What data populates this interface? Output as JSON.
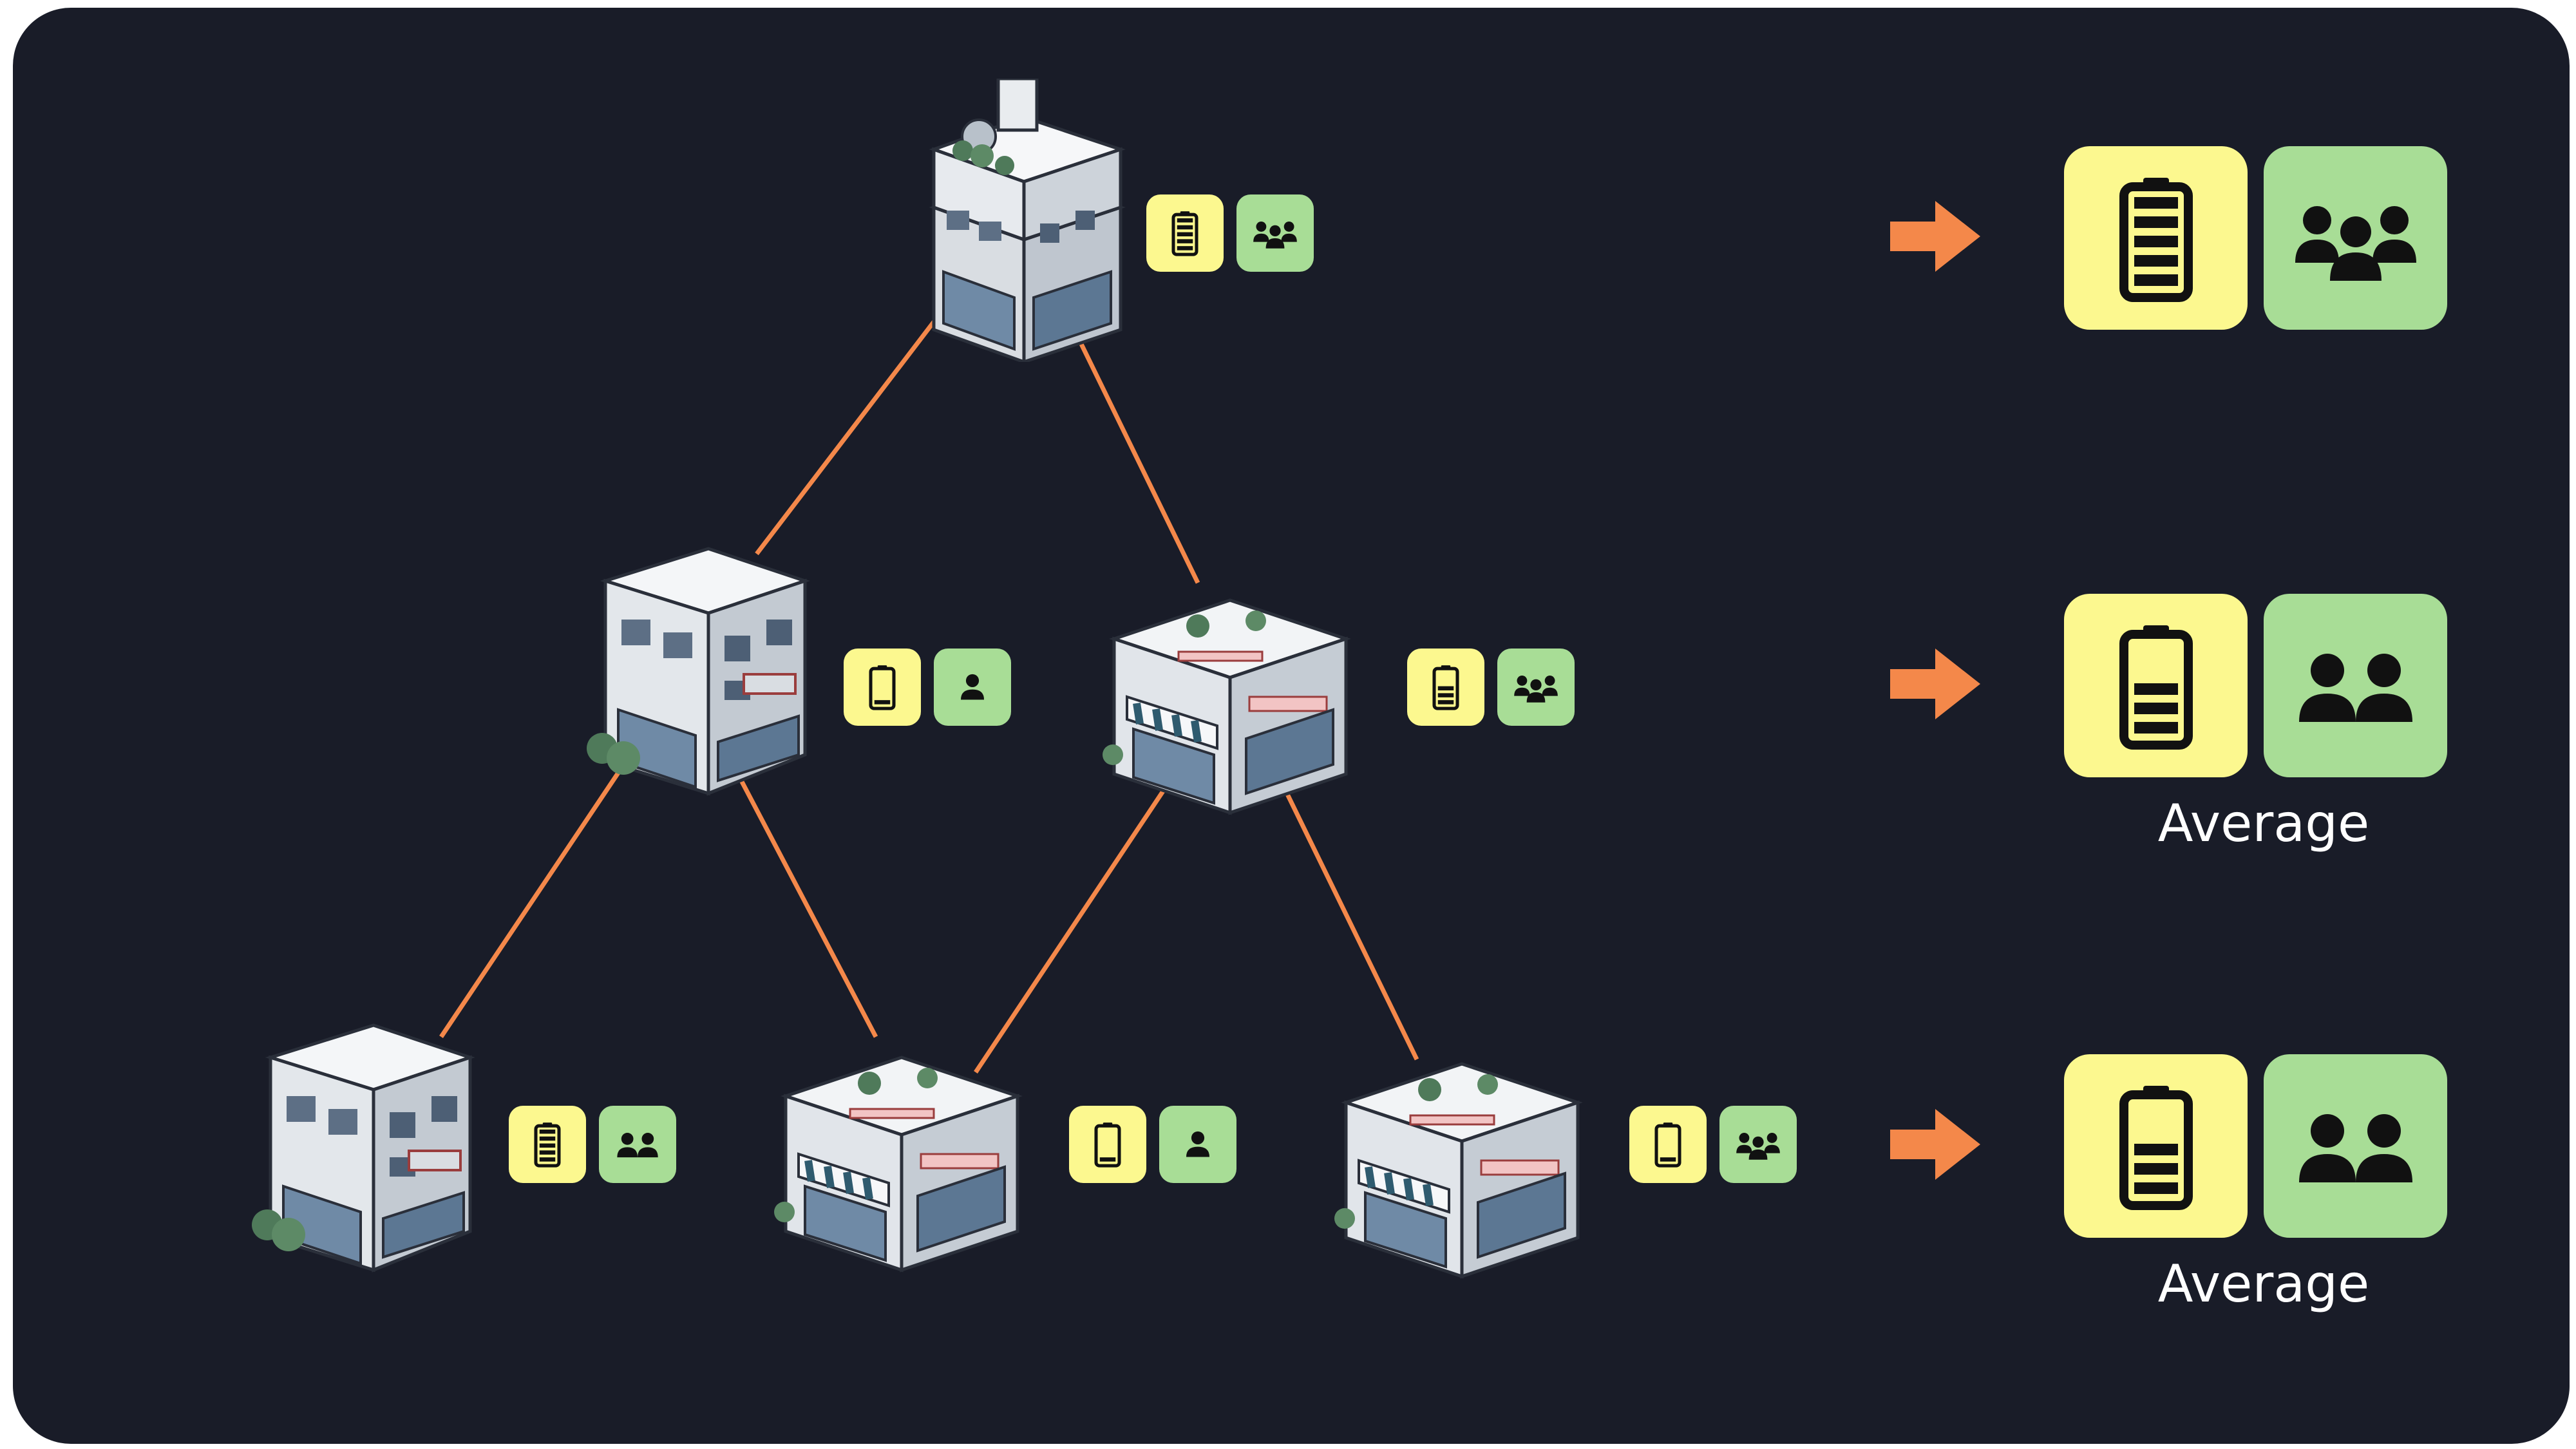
{
  "colors": {
    "background": "#191c28",
    "edge": "#f4884a",
    "arrow": "#f4884a",
    "battery_badge": "#fcf88f",
    "people_badge": "#a8dd96"
  },
  "nodes": [
    {
      "id": "top",
      "building": "office-tower-icon",
      "battery_level": "full",
      "people": "group-of-three-icon"
    },
    {
      "id": "mid-left",
      "building": "office-block-icon",
      "battery_level": "low",
      "people": "single-person-icon"
    },
    {
      "id": "mid-right",
      "building": "storefront-icon",
      "battery_level": "medium",
      "people": "group-of-three-icon"
    },
    {
      "id": "bottom-left",
      "building": "office-block-icon",
      "battery_level": "full",
      "people": "pair-of-people-icon"
    },
    {
      "id": "bottom-middle",
      "building": "storefront-icon",
      "battery_level": "low",
      "people": "single-person-icon"
    },
    {
      "id": "bottom-right",
      "building": "storefront-icon",
      "battery_level": "low",
      "people": "group-of-three-icon"
    }
  ],
  "edges": [
    [
      "top",
      "mid-left"
    ],
    [
      "top",
      "mid-right"
    ],
    [
      "mid-left",
      "bottom-left"
    ],
    [
      "mid-left",
      "bottom-middle"
    ],
    [
      "mid-right",
      "bottom-middle"
    ],
    [
      "mid-right",
      "bottom-right"
    ]
  ],
  "summary_rows": [
    {
      "battery_level": "full",
      "people": "group-of-three-icon",
      "label": ""
    },
    {
      "battery_level": "medium",
      "people": "pair-of-people-icon",
      "label": "Average"
    },
    {
      "battery_level": "medium",
      "people": "pair-of-people-icon",
      "label": "Average"
    }
  ]
}
